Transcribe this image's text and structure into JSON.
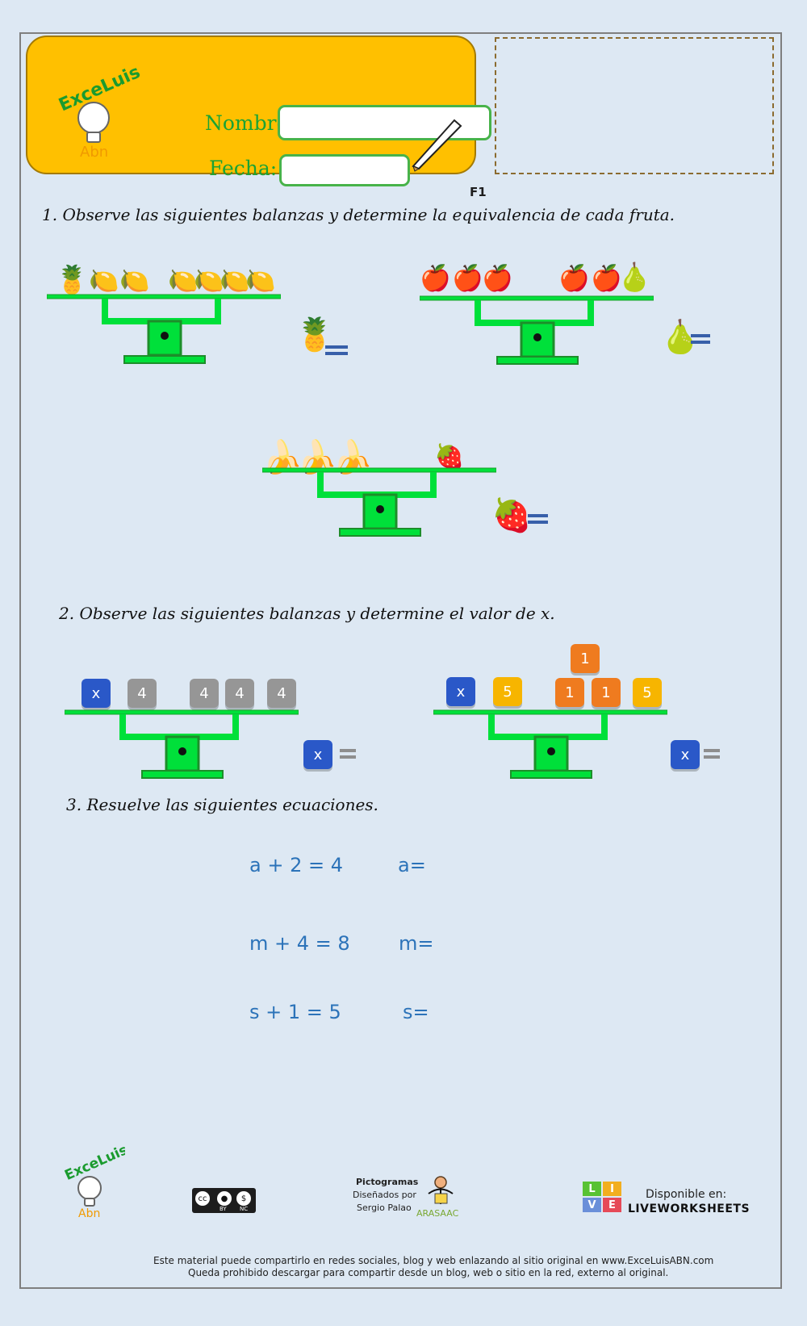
{
  "header": {
    "name_label": "Nombre:",
    "date_label": "Fecha:",
    "code": "F1"
  },
  "questions": {
    "q1": "1.  Observe las siguientes balanzas y determine la equivalencia de cada fruta.",
    "q2": "2. Observe las siguientes balanzas y determine el valor de x.",
    "q3": "3. Resuelve las siguientes ecuaciones."
  },
  "equivalences": {
    "pineapple": "🍍",
    "pear": "🍐",
    "strawberry": "🍓"
  },
  "fruit_balances": {
    "b1_left": [
      "🍍",
      "🍋",
      "🍋"
    ],
    "b1_right": [
      "🍋",
      "🍋",
      "🍋",
      "🍋"
    ],
    "b2_left": [
      "🍎",
      "🍎",
      "🍎"
    ],
    "b2_right": [
      "🍎",
      "🍎",
      "🍐"
    ],
    "b3_left": [
      "🍌",
      "🍌",
      "🍌"
    ],
    "b3_right": [
      "🍓"
    ]
  },
  "balances": {
    "b4_left": [
      {
        "value": "x",
        "color": "blue"
      },
      {
        "value": "4",
        "color": "gray"
      }
    ],
    "b4_right": [
      {
        "value": "4",
        "color": "gray"
      },
      {
        "value": "4",
        "color": "gray"
      },
      {
        "value": "4",
        "color": "gray"
      }
    ],
    "b5_left": [
      {
        "value": "x",
        "color": "blue"
      },
      {
        "value": "5",
        "color": "yellow"
      }
    ],
    "b5_right_top": [
      {
        "value": "1",
        "color": "orange"
      }
    ],
    "b5_right": [
      {
        "value": "1",
        "color": "orange"
      },
      {
        "value": "1",
        "color": "orange"
      },
      {
        "value": "5",
        "color": "yellow"
      }
    ],
    "x_label": "x"
  },
  "equations": [
    {
      "equation": "a + 2 = 4",
      "answer_label": "a="
    },
    {
      "equation": "m + 4 = 8",
      "answer_label": "m="
    },
    {
      "equation": "s + 1 = 5",
      "answer_label": "s="
    }
  ],
  "footer": {
    "pictograms_title": "Pictogramas",
    "pictograms_line_1": "Diseñados por",
    "pictograms_line_2": "Sergio Palao",
    "arasaac": "ARASAAC",
    "available": "Disponible en:",
    "liveworksheets": "LIVEWORKSHEETS",
    "live_letters": [
      "L",
      "I",
      "V",
      "E"
    ],
    "note_1": "Este material puede compartirlo en redes sociales, blog y web enlazando al sitio original en www.ExceLuisABN.com",
    "note_2": "Queda prohibido descargar para compartir desde un blog, web o sitio en la red, externo al original."
  },
  "logo": {
    "brand": "ExceLuis",
    "sub": "Abn"
  },
  "license": {
    "cc": "cc",
    "by": "BY",
    "nc": "NC"
  }
}
